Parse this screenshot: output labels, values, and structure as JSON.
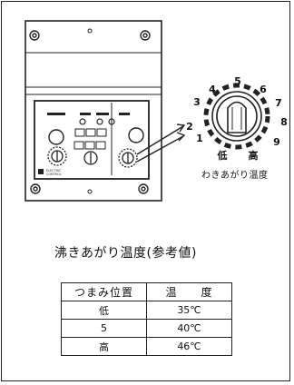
{
  "dial": {
    "numbers": [
      "1",
      "2",
      "3",
      "4",
      "5",
      "6",
      "7",
      "8",
      "9"
    ],
    "low_label": "低",
    "high_label": "高",
    "caption": "わきあがり温度"
  },
  "panel": {
    "brand_line1": "ELECTRIC",
    "brand_line2": "CONTROL"
  },
  "section": {
    "title": "沸きあがり温度(参考値)"
  },
  "table": {
    "headers": [
      "つまみ位置",
      "温　　度"
    ],
    "rows": [
      [
        "低",
        "35℃"
      ],
      [
        "5",
        "40℃"
      ],
      [
        "高",
        "46℃"
      ]
    ]
  }
}
